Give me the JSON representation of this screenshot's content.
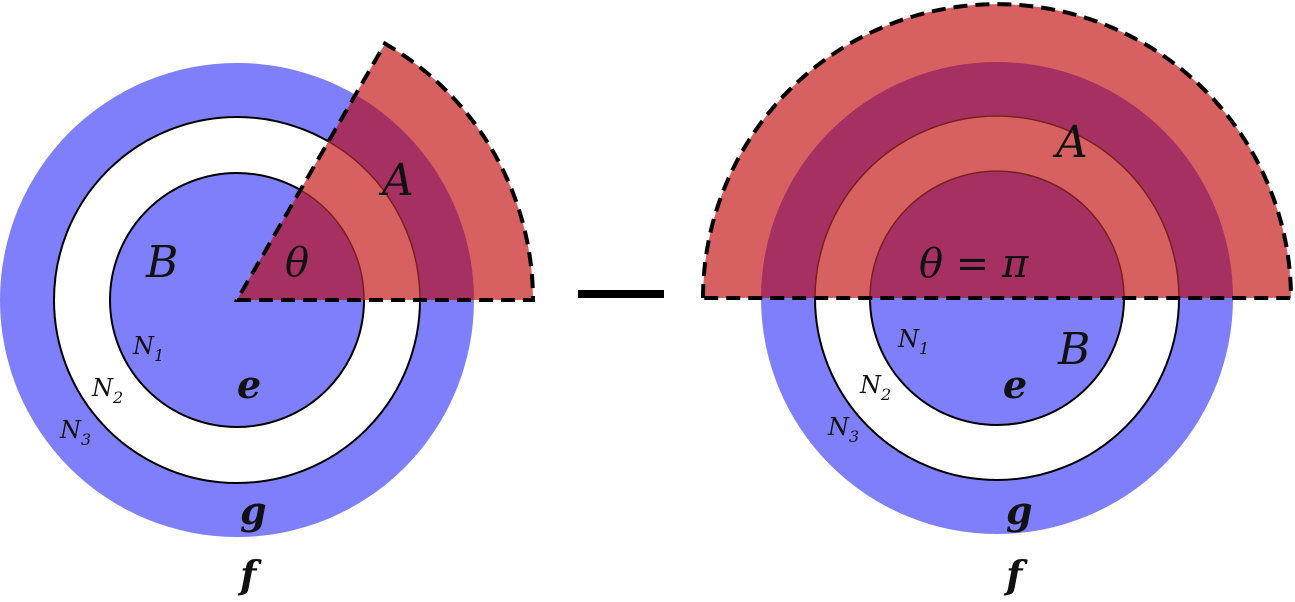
{
  "colors": {
    "blue": "#7f7ffb",
    "red": "#d76060",
    "purple": "#a63062",
    "white": "#ffffff",
    "outline": "#000000",
    "dark_red_outline": "#7a1f1f"
  },
  "operator": "—",
  "left": {
    "region_A": "A",
    "region_B": "B",
    "angle": "θ",
    "N1": "N",
    "N1_sub": "1",
    "N2": "N",
    "N2_sub": "2",
    "N3": "N",
    "N3_sub": "3",
    "e": "e",
    "g": "g",
    "f": "f"
  },
  "right": {
    "region_A": "A",
    "region_B": "B",
    "angle": "θ = π",
    "N1": "N",
    "N1_sub": "1",
    "N2": "N",
    "N2_sub": "2",
    "N3": "N",
    "N3_sub": "3",
    "e": "e",
    "g": "g",
    "f": "f"
  }
}
